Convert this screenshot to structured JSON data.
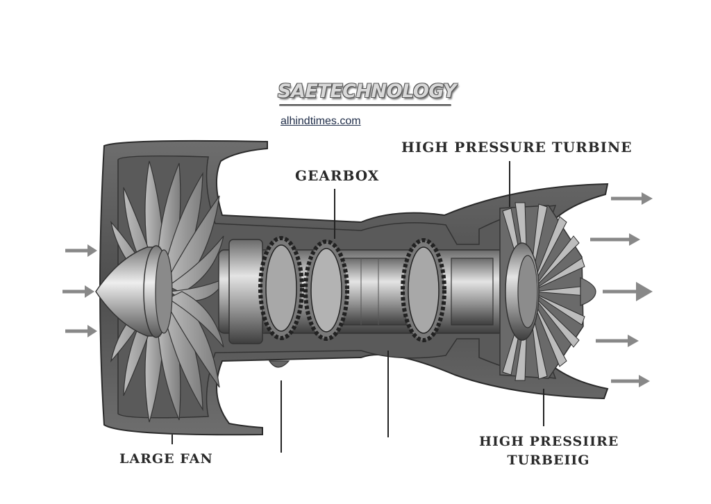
{
  "brand": {
    "logo_text": "SAETECHNOLOGY",
    "site": "alhindtimes.com"
  },
  "labels": {
    "high_pressure_turbine_top": "HIGH PRESSURE TURBINE",
    "gearbox": "GEARBOX",
    "large_fan": "LARGE FAN",
    "high_pressure_turbine_bottom_line1": "HIGH PRESSIIRE",
    "high_pressure_turbine_bottom_line2": "TURBEIIG"
  },
  "colors": {
    "metal_dark": "#4a4a4a",
    "metal_mid": "#8a8a8a",
    "metal_light": "#d6d6d6",
    "line": "#2a2a2a"
  }
}
